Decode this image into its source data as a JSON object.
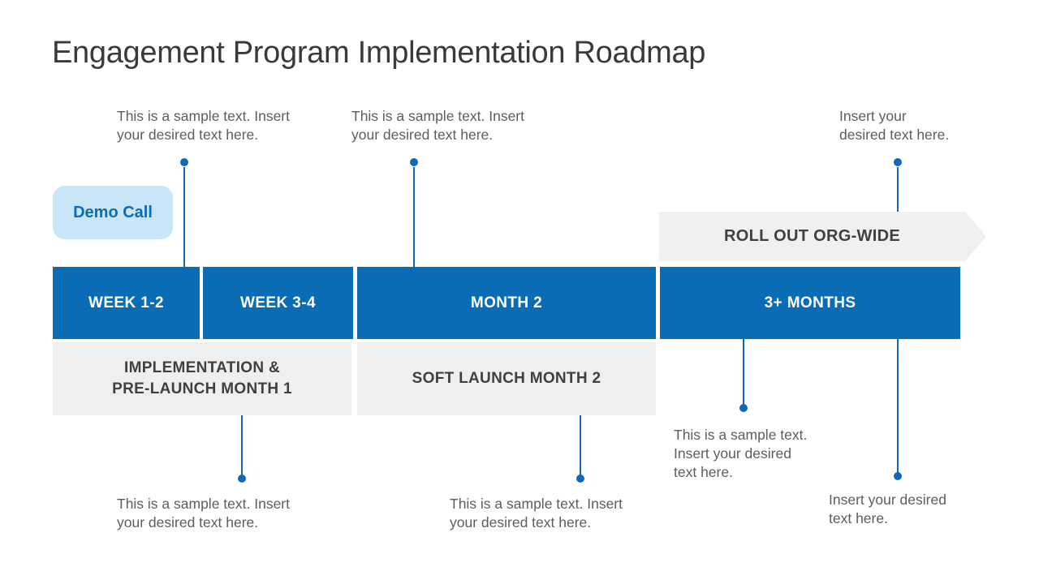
{
  "title": "Engagement Program Implementation Roadmap",
  "callouts": {
    "demo_call": "Demo Call",
    "roll_out": "ROLL OUT ORG-WIDE"
  },
  "timeline": {
    "segments": [
      {
        "label": "WEEK 1-2"
      },
      {
        "label": "WEEK 3-4"
      },
      {
        "label": "MONTH 2"
      },
      {
        "label": "3+ MONTHS"
      }
    ]
  },
  "phases": [
    {
      "label": "IMPLEMENTATION &\nPRE-LAUNCH MONTH 1"
    },
    {
      "label": "SOFT LAUNCH MONTH 2"
    }
  ],
  "notes": {
    "top": [
      {
        "text": "This is a sample text. Insert\nyour desired text here."
      },
      {
        "text": "This is a sample text. Insert\nyour desired text here."
      },
      {
        "text": "Insert your\ndesired text here."
      }
    ],
    "bottom": [
      {
        "text": "This is a sample text. Insert\nyour desired text here."
      },
      {
        "text": "This is a sample text. Insert\nyour desired text here."
      },
      {
        "text": "This is a sample text.\nInsert your desired\ntext here."
      },
      {
        "text": "Insert your desired\ntext here."
      }
    ]
  },
  "colors": {
    "timeline_blue": "#0a6cb4",
    "connector_blue": "#1268b8",
    "demo_call_fill": "#c9e5f8",
    "demo_call_text": "#0c6cb5",
    "phase_gray": "#efefef",
    "arrow_gray": "#f0f0f0",
    "dark_label": "#404040",
    "note_gray": "#5d5d5d",
    "title_color": "#3a3a3a"
  }
}
